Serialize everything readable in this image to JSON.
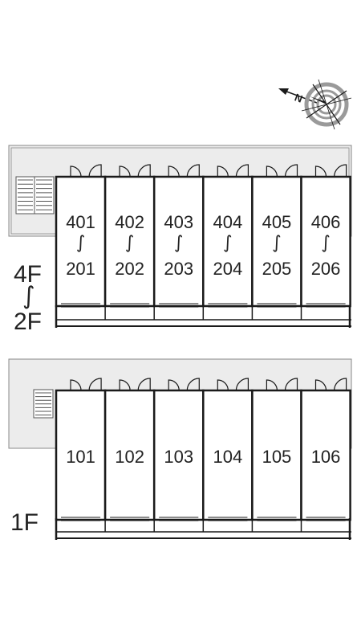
{
  "compass": {
    "north_label": "N",
    "icon": "compass-rose-icon"
  },
  "upper_block": {
    "floor_range": {
      "top": "4F",
      "separator": "∫",
      "bottom": "2F"
    },
    "units": [
      {
        "top": "401",
        "separator": "∫",
        "bottom": "201"
      },
      {
        "top": "402",
        "separator": "∫",
        "bottom": "202"
      },
      {
        "top": "403",
        "separator": "∫",
        "bottom": "203"
      },
      {
        "top": "404",
        "separator": "∫",
        "bottom": "204"
      },
      {
        "top": "405",
        "separator": "∫",
        "bottom": "205"
      },
      {
        "top": "406",
        "separator": "∫",
        "bottom": "206"
      }
    ]
  },
  "lower_block": {
    "floor_label": "1F",
    "units": [
      "101",
      "102",
      "103",
      "104",
      "105",
      "106"
    ]
  },
  "colors": {
    "corridor_fill": "#ececec",
    "wall": "#1a1a1a",
    "compass_ring": "#9a9a9a"
  }
}
